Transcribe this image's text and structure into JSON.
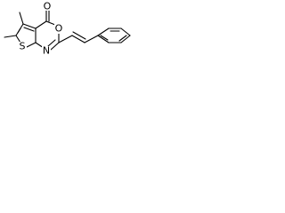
{
  "atoms": {
    "oxygen_carbonyl": "O",
    "oxygen_ring": "O",
    "nitrogen": "N",
    "sulfur": "S"
  }
}
